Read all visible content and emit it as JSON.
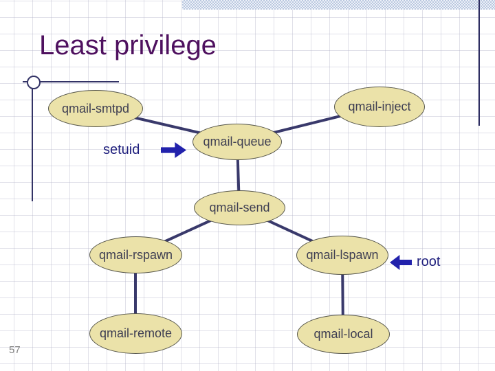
{
  "slide": {
    "title": "Least privilege",
    "page_number": "57"
  },
  "diagram": {
    "nodes": [
      {
        "id": "qmail-smtpd",
        "label": "qmail-smtpd"
      },
      {
        "id": "qmail-inject",
        "label": "qmail-inject"
      },
      {
        "id": "qmail-queue",
        "label": "qmail-queue"
      },
      {
        "id": "qmail-send",
        "label": "qmail-send"
      },
      {
        "id": "qmail-rspawn",
        "label": "qmail-rspawn"
      },
      {
        "id": "qmail-lspawn",
        "label": "qmail-lspawn"
      },
      {
        "id": "qmail-remote",
        "label": "qmail-remote"
      },
      {
        "id": "qmail-local",
        "label": "qmail-local"
      }
    ],
    "edges": [
      {
        "from": "qmail-smtpd",
        "to": "qmail-queue"
      },
      {
        "from": "qmail-inject",
        "to": "qmail-queue"
      },
      {
        "from": "qmail-queue",
        "to": "qmail-send"
      },
      {
        "from": "qmail-send",
        "to": "qmail-rspawn"
      },
      {
        "from": "qmail-send",
        "to": "qmail-lspawn"
      },
      {
        "from": "qmail-rspawn",
        "to": "qmail-remote"
      },
      {
        "from": "qmail-lspawn",
        "to": "qmail-local"
      }
    ],
    "labels": {
      "setuid": "setuid",
      "root": "root"
    }
  },
  "colors": {
    "title_text": "#4f115f",
    "node_fill": "#ebe2a9",
    "node_border": "#55554a",
    "node_text": "#3e3e52",
    "connector": "#39396b",
    "block_arrow": "#2222ac",
    "side_label_text": "#1f1f7d",
    "decor_line": "#333366",
    "top_band": "#b9c7df",
    "page_number_text": "#808080"
  }
}
